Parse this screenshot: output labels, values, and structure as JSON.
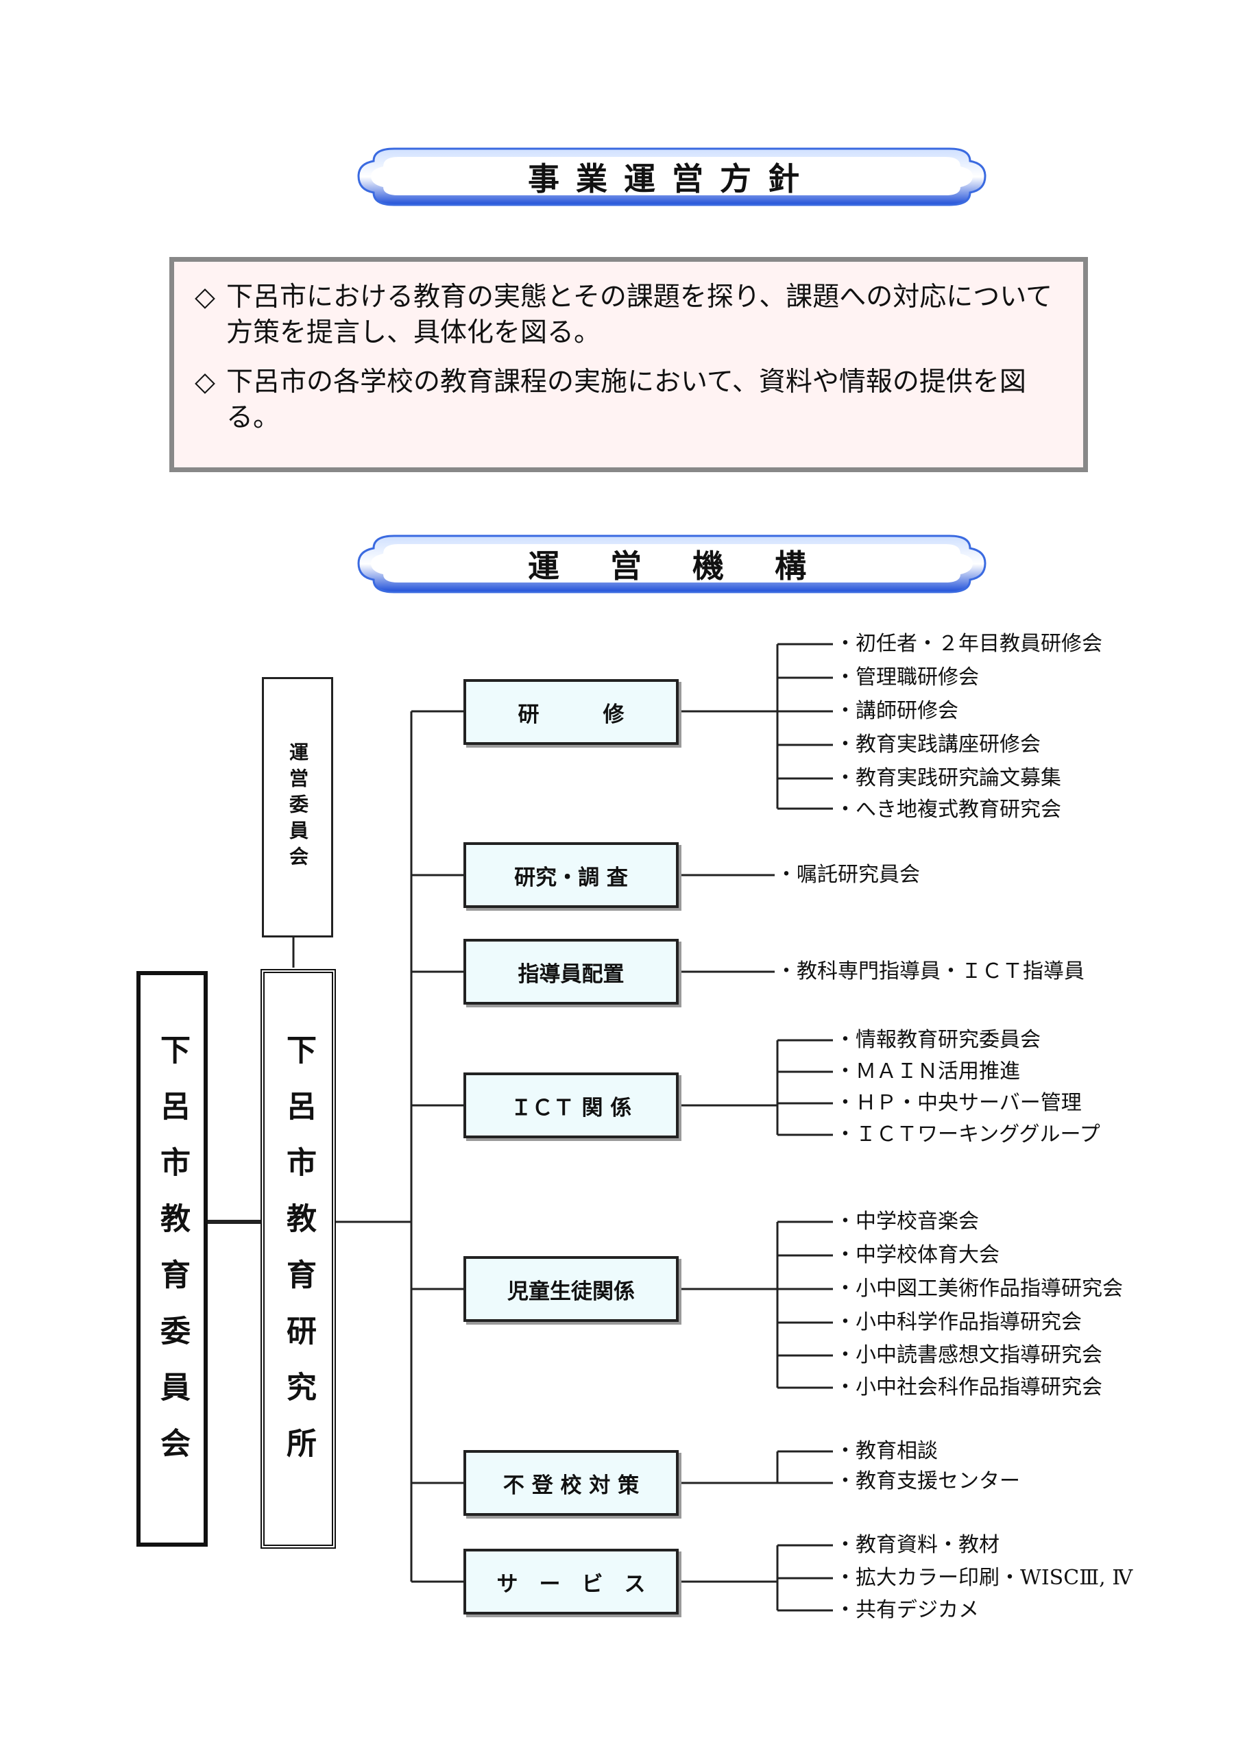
{
  "policy": {
    "title": "事業運営方針",
    "items": [
      {
        "marker": "◇",
        "text": "下呂市における教育の実態とその課題を探り、課題への対応について方策を提言し、具体化を図る。"
      },
      {
        "marker": "◇",
        "text": "下呂市の各学校の教育課程の実施において、資料や情報の提供を図る。"
      }
    ]
  },
  "org": {
    "title": "運　営　機　構",
    "board": "下呂市教育委員会",
    "institute": "下呂市教育研究所",
    "committee": "運営委員会",
    "departments": [
      {
        "label": "研　　　修",
        "items": [
          "・初任者・２年目教員研修会",
          "・管理職研修会",
          "・講師研修会",
          "・教育実践講座研修会",
          "・教育実践研究論文募集",
          "・へき地複式教育研究会"
        ]
      },
      {
        "label": "研究・調 査",
        "items": [
          "・嘱託研究員会"
        ]
      },
      {
        "label": "指導員配置",
        "items": [
          "・教科専門指導員・ＩＣＴ指導員"
        ]
      },
      {
        "label": "ＩＣＴ 関 係",
        "items": [
          "・情報教育研究委員会",
          "・ＭＡＩＮ活用推進",
          "・ＨＰ・中央サーバー管理",
          "・ＩＣＴワーキンググループ"
        ]
      },
      {
        "label": "児童生徒関係",
        "items": [
          "・中学校音楽会",
          "・中学校体育大会",
          "・小中図工美術作品指導研究会",
          "・小中科学作品指導研究会",
          "・小中読書感想文指導研究会",
          "・小中社会科作品指導研究会"
        ]
      },
      {
        "label": "不 登 校 対 策",
        "items": [
          "・教育相談",
          "・教育支援センター"
        ]
      },
      {
        "label": "サ　ー　ビ　ス",
        "items": [
          "・教育資料・教材",
          "・拡大カラー印刷・WISCⅢ, Ⅳ",
          "・共有デジカメ"
        ]
      }
    ]
  },
  "colors": {
    "banner_fill": "#ffffff",
    "banner_shadow": "#1f4fd8",
    "node_fill": "#eefbfd",
    "policy_fill": "#fff3f3"
  }
}
